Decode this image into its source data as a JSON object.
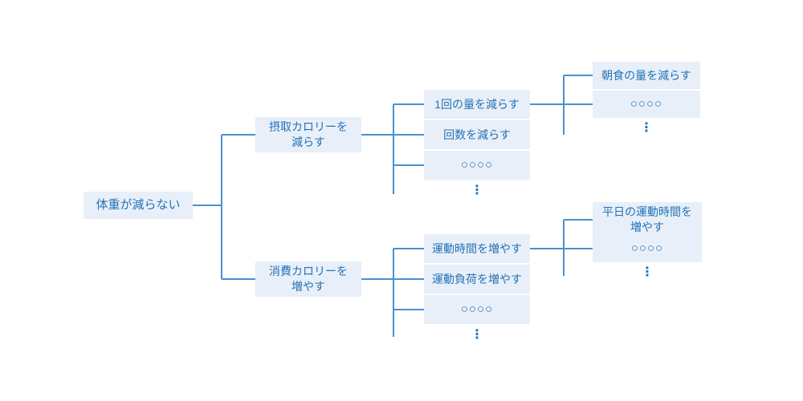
{
  "diagram": {
    "type": "logic-tree",
    "root": {
      "label": "体重が減らない"
    },
    "branch_top": {
      "label_lines": [
        "摂取カロリーを",
        "減らす"
      ],
      "children": [
        "1回の量を減らす",
        "回数を減らす",
        "○○○○"
      ],
      "grandchildren": [
        "朝食の量を減らす",
        "○○○○"
      ]
    },
    "branch_bottom": {
      "label_lines": [
        "消費カロリーを",
        "増やす"
      ],
      "children": [
        "運動時間を増やす",
        "運動負荷を増やす",
        "○○○○"
      ],
      "grandchild_first_lines": [
        "平日の運動時間を",
        "増やす"
      ],
      "grandchild_second": "○○○○"
    },
    "ellipsis_symbol": "⋮"
  },
  "colors": {
    "box_bg": "#e9eff8",
    "box_text": "#2073b9",
    "line": "#4a90d2",
    "background": "#ffffff"
  }
}
